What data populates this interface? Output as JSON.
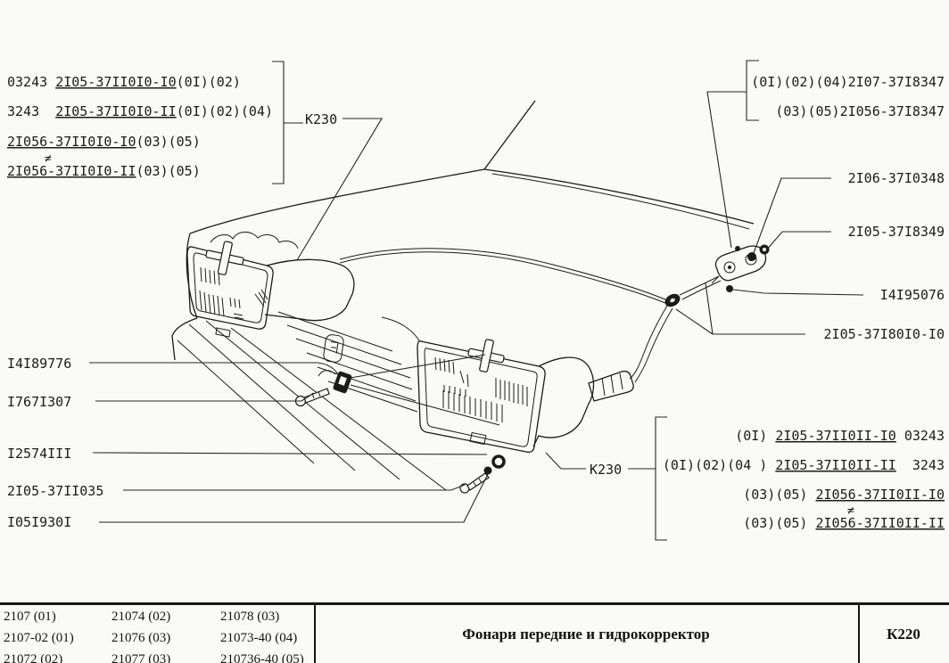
{
  "blocks": {
    "k230_top": "К230",
    "k230_bottom": "К230",
    "neq": "≠",
    "top_left": {
      "lines": [
        {
          "pre": "03243 ",
          "part": "2I05-37II0I0-I0",
          "post": "(0I)(02)"
        },
        {
          "pre": "3243  ",
          "part": "2I05-37II0I0-II",
          "post": "(0I)(02)(04)"
        },
        {
          "pre": "",
          "part": "2I056-37II0I0-I0",
          "post": "(03)(05)"
        },
        {
          "pre": "",
          "part": "2I056-37II0I0-II",
          "post": "(03)(05)"
        }
      ]
    },
    "top_right": {
      "lines": [
        "(0I)(02)(04)2I07-37I8347",
        "(03)(05)2I056-37I8347"
      ]
    },
    "bottom_right": {
      "lines": [
        {
          "pre": "(0I) ",
          "part": "2I05-37II0II-I0",
          "post": " 03243"
        },
        {
          "pre": "(0I)(02)(04 ) ",
          "part": "2I05-37II0II-II",
          "post": "  3243"
        },
        {
          "pre": "(03)(05) ",
          "part": "2I056-37II0II-I0",
          "post": ""
        },
        {
          "pre": "(03)(05) ",
          "part": "2I056-37II0II-II",
          "post": ""
        }
      ]
    },
    "left_labels": [
      "I4I89776",
      "I767I307",
      "I2574III",
      "2I05-37II035",
      "I05I930I"
    ],
    "right_labels": [
      "2I06-37I0348",
      "2I05-37I8349",
      "I4I95076",
      "2I05-37I80I0-I0"
    ]
  },
  "footer": {
    "models_col1": [
      "2107 (01)",
      "2107-02 (01)",
      "21072 (02)"
    ],
    "models_col2": [
      "21074 (02)",
      "21076 (03)",
      "21077 (03)"
    ],
    "models_col3": [
      "21078 (03)",
      "21073-40 (04)",
      "210736-40 (05)"
    ],
    "title": "Фонари передние и гидрокорректор",
    "page_code": "К220"
  }
}
